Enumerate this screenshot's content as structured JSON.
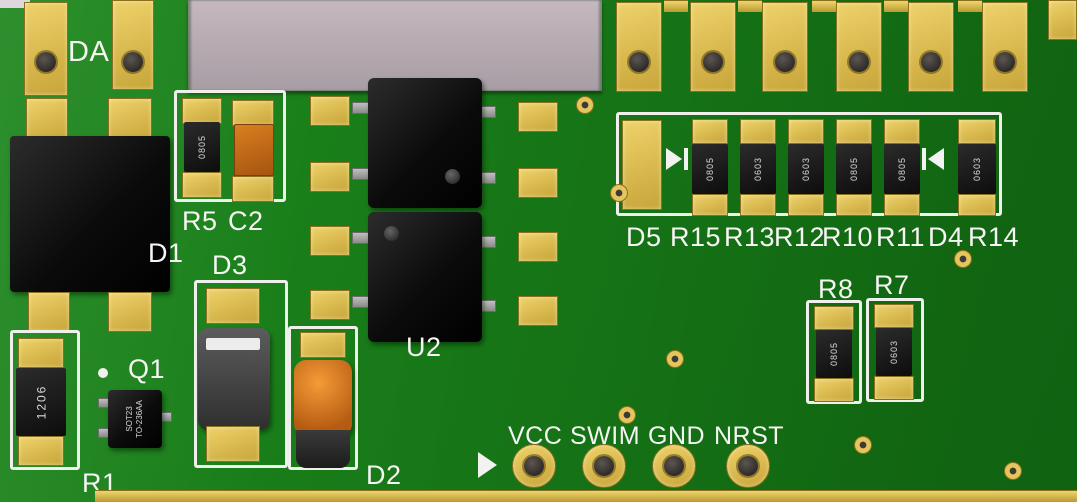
{
  "scene": {
    "description": "3D CAD render of a green PCB (in-circuit programmer board) with gold pads, silkscreen labels and SMD components"
  },
  "colors": {
    "board_green": "#187c18",
    "pad_gold": "#d9b945",
    "silkscreen_white": "#f2f2f0",
    "component_black": "#111111",
    "capacitor_orange": "#c4701c",
    "background_gray": "#b6abb1"
  },
  "silkscreen": {
    "da": "DA",
    "d1": "D1",
    "r5": "R5",
    "c2": "C2",
    "d3": "D3",
    "q1": "Q1",
    "r1": "R1",
    "u2": "U2",
    "d2": "D2",
    "d5": "D5",
    "r15": "R15",
    "r13": "R13",
    "r12": "R12",
    "r10": "R10",
    "r11": "R11",
    "d4": "D4",
    "r14": "R14",
    "r8": "R8",
    "r7": "R7",
    "vcc": "VCC",
    "swim": "SWIM",
    "gnd": "GND",
    "nrst": "NRST"
  },
  "chip_markings": {
    "r5": "0805",
    "r1": "1206",
    "q1_package": "SOT23",
    "q1_variant": "TO-236AA",
    "r15": "0805",
    "r13": "0603",
    "r12": "0603",
    "r10": "0805",
    "r11": "0805",
    "r14": "0603",
    "r8": "0805",
    "r7": "0603"
  },
  "pin_header": [
    "VCC",
    "SWIM",
    "GND",
    "NRST"
  ],
  "resistor_row": [
    "D5",
    "R15",
    "R13",
    "R12",
    "R10",
    "R11",
    "D4",
    "R14"
  ]
}
